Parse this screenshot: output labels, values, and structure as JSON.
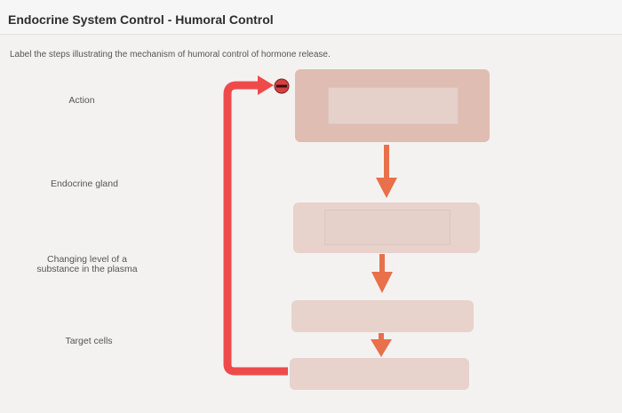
{
  "header": {
    "title": "Endocrine System Control - Humoral Control"
  },
  "instruction": "Label the steps illustrating the mechanism of humoral control of hormone release.",
  "labels": [
    "Action",
    "Endocrine gland",
    "Changing level of a\nsubstance in the plasma",
    "Target cells"
  ],
  "drop_zones": [
    "",
    "",
    "",
    ""
  ],
  "colors": {
    "feedback_arrow": "#ef4a4a",
    "step_arrow": "#e8704a",
    "inhibit_symbol": "#d64040"
  },
  "icons": {
    "inhibit": "minus-circle-icon",
    "down": "arrow-down-icon"
  }
}
